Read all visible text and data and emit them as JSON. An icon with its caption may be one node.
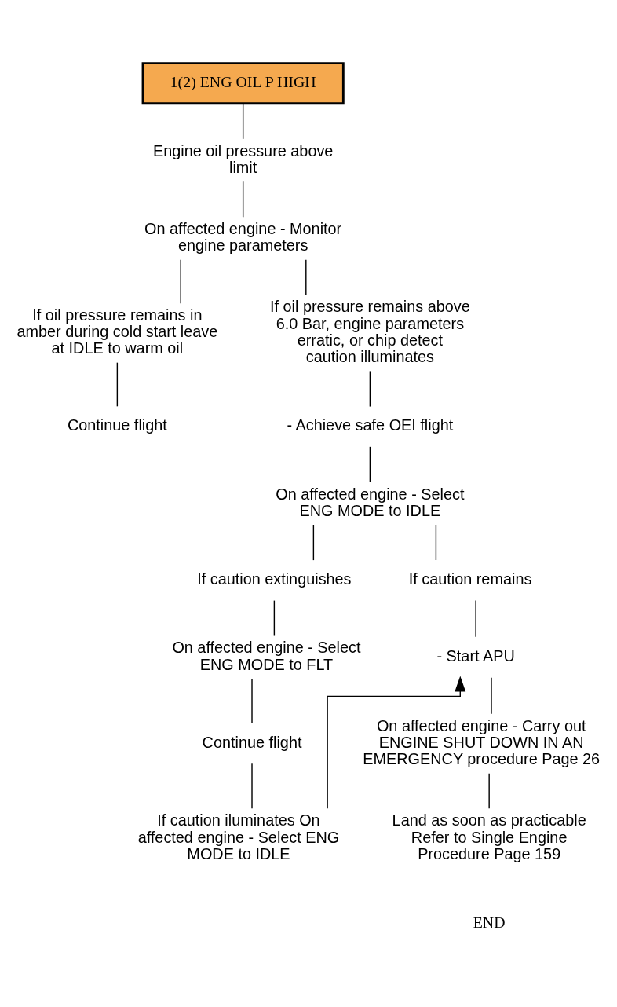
{
  "diagram": {
    "nodes": [
      {
        "text": [
          "1(2) ENG OIL P HIGH"
        ]
      },
      {
        "text": [
          "Engine oil pressure above limit"
        ]
      },
      {
        "text": [
          "On affected engine - Monitor engine parameters"
        ]
      },
      {
        "text": [
          "If oil pressure remains in amber during cold start leave at IDLE to warm oil"
        ]
      },
      {
        "text": [
          "If oil pressure remains above 6.0 Bar, engine parameters erratic, or chip detect caution illuminates"
        ]
      },
      {
        "text": [
          "Continue flight"
        ]
      },
      {
        "text": [
          "- Achieve safe OEI flight"
        ]
      },
      {
        "text": [
          "On affected engine - Select ENG MODE to IDLE"
        ]
      },
      {
        "text": [
          "If caution extinguishes"
        ]
      },
      {
        "text": [
          "If caution remains"
        ]
      },
      {
        "text": [
          "On affected engine - Select ENG MODE to FLT"
        ]
      },
      {
        "text": [
          "- Start APU"
        ]
      },
      {
        "text": [
          "Continue flight"
        ]
      },
      {
        "text": [
          "On affected engine - Carry out ENGINE SHUT DOWN IN AN EMERGENCY procedure Page 26"
        ]
      },
      {
        "text": [
          "If caution iluminates On affected engine - Select ENG MODE to IDLE"
        ]
      },
      {
        "text": [
          "Land as soon as practicable Refer to Single Engine Procedure Page 159"
        ]
      }
    ],
    "edges": [
      {
        "from": 0,
        "to": 1,
        "arrow": "none"
      },
      {
        "from": 1,
        "to": 2,
        "arrow": "none"
      },
      {
        "from": 2,
        "to": 3,
        "arrow": "none"
      },
      {
        "from": 2,
        "to": 4,
        "arrow": "none"
      },
      {
        "from": 3,
        "to": 5,
        "arrow": "none"
      },
      {
        "from": 4,
        "to": 6,
        "arrow": "none"
      },
      {
        "from": 6,
        "to": 7,
        "arrow": "none"
      },
      {
        "from": 7,
        "to": 8,
        "arrow": "none"
      },
      {
        "from": 7,
        "to": 9,
        "arrow": "none"
      },
      {
        "from": 8,
        "to": 10,
        "arrow": "none"
      },
      {
        "from": 10,
        "to": 12,
        "arrow": "none"
      },
      {
        "from": 12,
        "to": 14,
        "arrow": "none"
      },
      {
        "from": 9,
        "to": 11,
        "arrow": "none"
      },
      {
        "from": 11,
        "to": 13,
        "arrow": "none"
      },
      {
        "from": 13,
        "to": 15,
        "arrow": "none"
      },
      {
        "from": 14,
        "to": 11,
        "arrow": "to"
      }
    ],
    "labels": [
      "END"
    ]
  }
}
